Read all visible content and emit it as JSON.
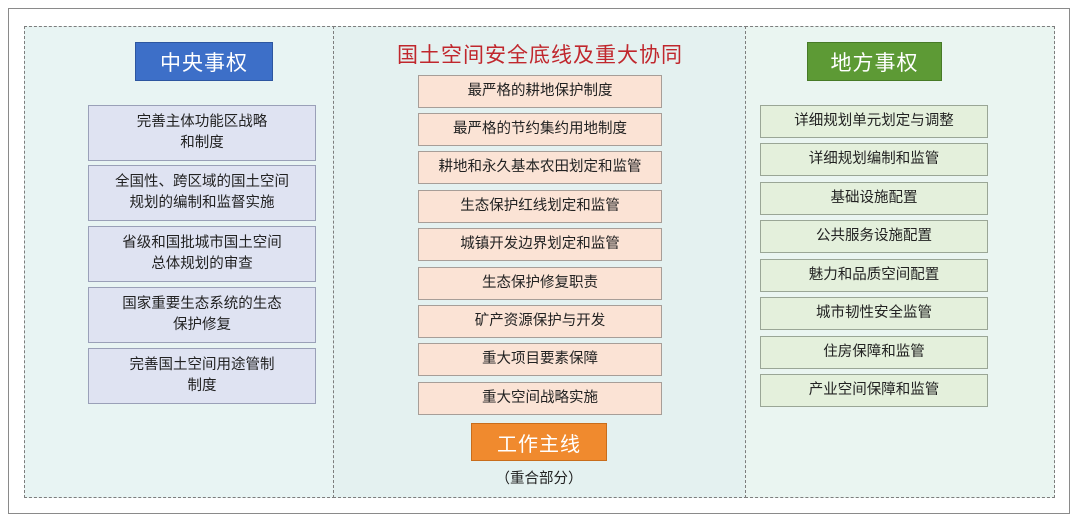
{
  "left": {
    "title": "中央事权",
    "items": [
      "完善主体功能区战略\n和制度",
      "全国性、跨区域的国土空间\n规划的编制和监督实施",
      "省级和国批城市国土空间\n总体规划的审查",
      "国家重要生态系统的生态\n保护修复",
      "完善国土空间用途管制\n制度"
    ]
  },
  "center": {
    "title": "国土空间安全底线及重大协同",
    "items": [
      "最严格的耕地保护制度",
      "最严格的节约集约用地制度",
      "耕地和永久基本农田划定和监管",
      "生态保护红线划定和监管",
      "城镇开发边界划定和监管",
      "生态保护修复职责",
      "矿产资源保护与开发",
      "重大项目要素保障",
      "重大空间战略实施"
    ],
    "work_line": "工作主线",
    "work_note": "（重合部分）"
  },
  "right": {
    "title": "地方事权",
    "items": [
      "详细规划单元划定与调整",
      "详细规划编制和监管",
      "基础设施配置",
      "公共服务设施配置",
      "魅力和品质空间配置",
      "城市韧性安全监管",
      "住房保障和监管",
      "产业空间保障和监管"
    ]
  },
  "colors": {
    "central_header": "#3d6fc8",
    "local_header": "#5d9a35",
    "center_title": "#c0272d",
    "work_line": "#f08a2e"
  }
}
